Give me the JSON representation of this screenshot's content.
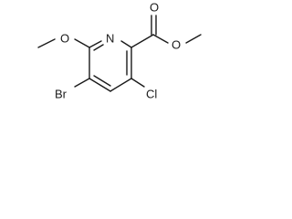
{
  "atoms": {
    "ring_n": "N",
    "methoxy_o": "O",
    "carbonyl_o": "O",
    "ester_o": "O",
    "bromo": "Br",
    "chloro": "Cl"
  }
}
